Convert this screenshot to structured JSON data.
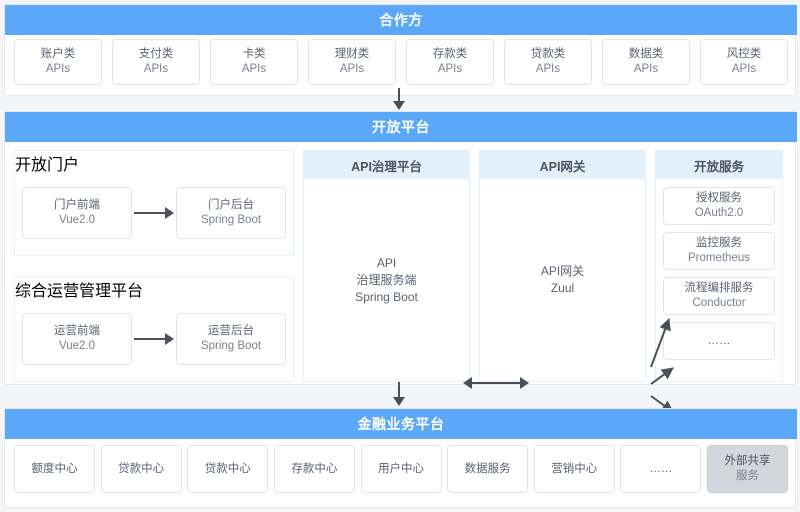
{
  "partners": {
    "title": "合作方",
    "items": [
      {
        "l1": "账户类",
        "l2": "APIs"
      },
      {
        "l1": "支付类",
        "l2": "APIs"
      },
      {
        "l1": "卡类",
        "l2": "APIs"
      },
      {
        "l1": "理财类",
        "l2": "APIs"
      },
      {
        "l1": "存款类",
        "l2": "APIs"
      },
      {
        "l1": "贷款类",
        "l2": "APIs"
      },
      {
        "l1": "数据类",
        "l2": "APIs"
      },
      {
        "l1": "风控类",
        "l2": "APIs"
      }
    ]
  },
  "open_platform": {
    "title": "开放平台",
    "portal": {
      "title": "开放门户",
      "front": {
        "l1": "门户前端",
        "l2": "Vue2.0"
      },
      "back": {
        "l1": "门户后台",
        "l2": "Spring Boot"
      }
    },
    "ops": {
      "title": "综合运营管理平台",
      "front": {
        "l1": "运营前端",
        "l2": "Vue2.0"
      },
      "back": {
        "l1": "运营后台",
        "l2": "Spring Boot"
      }
    },
    "governance": {
      "title": "API治理平台",
      "body_l1": "API",
      "body_l2": "治理服务端",
      "body_l3": "Spring Boot"
    },
    "gateway": {
      "title": "API网关",
      "body_l1": "API网关",
      "body_l2": "Zuul"
    },
    "services": {
      "title": "开放服务",
      "items": [
        {
          "l1": "授权服务",
          "l2": "OAuth2.0"
        },
        {
          "l1": "监控服务",
          "l2": "Prometheus"
        },
        {
          "l1": "流程编排服务",
          "l2": "Conductor"
        },
        {
          "l1": "……",
          "l2": ""
        }
      ]
    }
  },
  "finance": {
    "title": "金融业务平台",
    "items": [
      {
        "l1": "额度中心",
        "l2": "",
        "grey": false
      },
      {
        "l1": "贷款中心",
        "l2": "",
        "grey": false
      },
      {
        "l1": "贷款中心",
        "l2": "",
        "grey": false
      },
      {
        "l1": "存款中心",
        "l2": "",
        "grey": false
      },
      {
        "l1": "用户中心",
        "l2": "",
        "grey": false
      },
      {
        "l1": "数据服务",
        "l2": "",
        "grey": false
      },
      {
        "l1": "营销中心",
        "l2": "",
        "grey": false
      },
      {
        "l1": "……",
        "l2": "",
        "grey": false
      },
      {
        "l1": "外部共享",
        "l2": "服务",
        "grey": true
      }
    ]
  },
  "colors": {
    "band_blue": "#5ca8f8",
    "panel_head_blue": "#e1f0fb",
    "page_bg": "#f4f5f7",
    "grey_chip": "#d3d6dc",
    "arrow": "#4b4f58"
  }
}
